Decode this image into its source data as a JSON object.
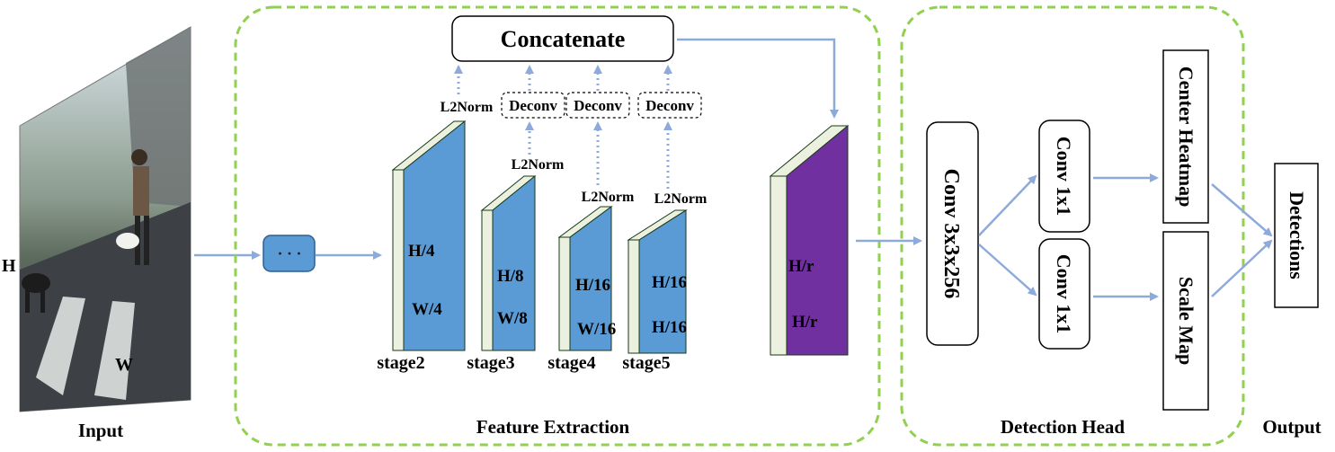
{
  "input": {
    "h_label": "H",
    "w_label": "W",
    "caption": "Input"
  },
  "backbone": {
    "ellipsis": "· · ·"
  },
  "feature_extraction": {
    "caption": "Feature Extraction",
    "concat_label": "Concatenate",
    "l2norm": "L2Norm",
    "deconv": "Deconv",
    "stages": [
      {
        "name": "stage2",
        "h": "H/4",
        "w": "W/4"
      },
      {
        "name": "stage3",
        "h": "H/8",
        "w": "W/8"
      },
      {
        "name": "stage4",
        "h": "H/16",
        "w": "W/16"
      },
      {
        "name": "stage5",
        "h": "H/16",
        "w": "H/16"
      }
    ],
    "fused": {
      "h": "H/r",
      "w": "H/r"
    }
  },
  "detection_head": {
    "caption": "Detection Head",
    "conv3": "Conv 3x3x256",
    "conv1a": "Conv 1x1",
    "conv1b": "Conv 1x1",
    "center": "Center Heatmap",
    "scale": "Scale Map"
  },
  "output": {
    "box": "Detections",
    "caption": "Output"
  },
  "colors": {
    "feature_blue": "#5b9bd5",
    "fused_purple": "#7030a0",
    "arrow": "#8eaadb",
    "group_border": "#92d050",
    "side_face": "#ebf1de"
  }
}
